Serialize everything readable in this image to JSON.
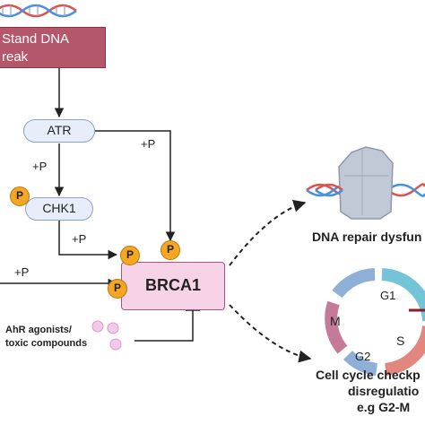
{
  "dsb_label": "Stand DNA\nreak",
  "nodes": {
    "atr": "ATR",
    "chk1": "CHK1",
    "brca1": "BRCA1"
  },
  "phospho_symbol": "P",
  "plus_p": "+P",
  "ahr": {
    "line1": "AhR agonists/",
    "line2": "toxic compounds"
  },
  "outcomes": {
    "repair": "DNA repair dysfun",
    "cycle_line1": "Cell cycle checkp",
    "cycle_line2": "disregulatio",
    "cycle_line3": "e.g G2-M"
  },
  "cell_cycle_phases": {
    "g1": "G1",
    "s": "S",
    "g2": "G2",
    "m": "M"
  },
  "colors": {
    "dsb_box": "#b5576b",
    "pill_fill": "#e7eefa",
    "brca_fill": "#f6d3e7",
    "phospho": "#f5a623",
    "compound_dots": "#f3c8e8",
    "dna_red": "#d9534f",
    "dna_blue": "#4a90e2"
  }
}
